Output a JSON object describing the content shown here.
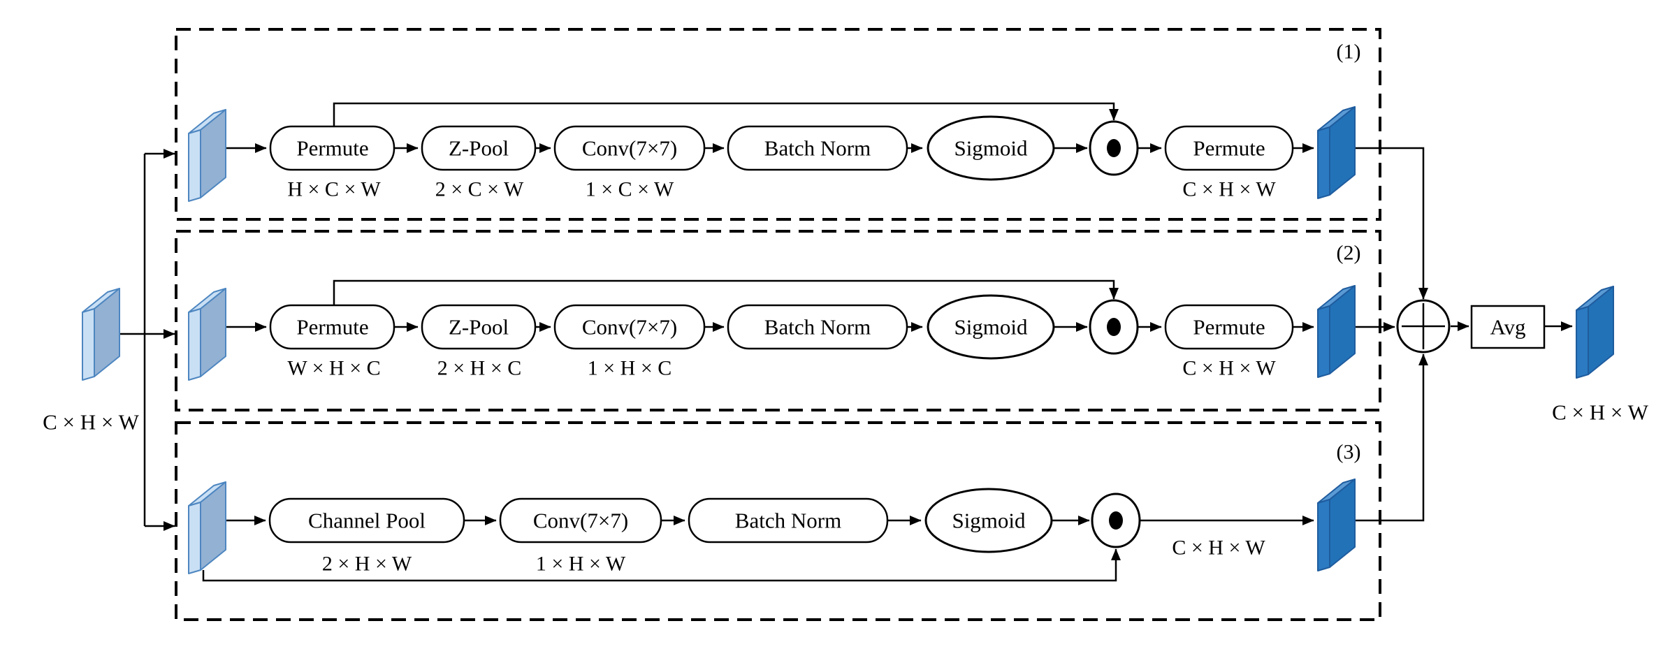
{
  "diagram": {
    "input_label": "C × H × W",
    "output_label": "C × H × W",
    "avg_label": "Avg",
    "branches": [
      {
        "tag": "(1)",
        "blocks": [
          "Permute",
          "Z-Pool",
          "Conv(7×7)",
          "Batch Norm",
          "Sigmoid",
          "Permute"
        ],
        "dims": [
          "H × C × W",
          "2 × C × W",
          "1 × C × W",
          "C × H × W"
        ]
      },
      {
        "tag": "(2)",
        "blocks": [
          "Permute",
          "Z-Pool",
          "Conv(7×7)",
          "Batch Norm",
          "Sigmoid",
          "Permute"
        ],
        "dims": [
          "W × H × C",
          "2 × H × C",
          "1 × H × C",
          "C × H × W"
        ]
      },
      {
        "tag": "(3)",
        "blocks": [
          "Channel Pool",
          "Conv(7×7)",
          "Batch Norm",
          "Sigmoid"
        ],
        "dims": [
          "2 × H × W",
          "1 × H × W",
          "C × H × W"
        ]
      }
    ],
    "operators": {
      "multiply": "dot-product",
      "sum": "elementwise-sum"
    },
    "colors": {
      "tensor_light_face": "#93B1D3",
      "tensor_light_edge": "#C9DFF4",
      "tensor_light_stroke": "#4D86C0",
      "tensor_dark_face": "#2272B8",
      "tensor_dark_top": "#5B9BD5",
      "tensor_dark_stroke": "#1F5C9E",
      "line": "#000000",
      "background": "#FFFFFF"
    }
  }
}
